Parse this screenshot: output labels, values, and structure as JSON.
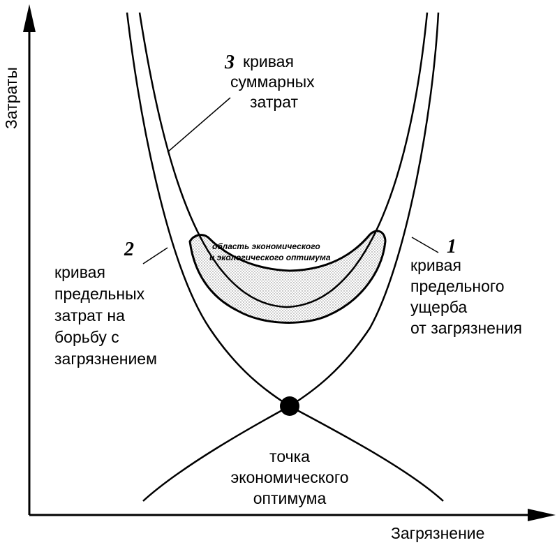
{
  "axes": {
    "y_label": "Затраты",
    "x_label": "Загрязнение"
  },
  "curves": {
    "total": {
      "number": "3",
      "lines": [
        "кривая",
        "суммарных",
        "затрат"
      ]
    },
    "abatement": {
      "number": "2",
      "lines": [
        "кривая",
        "предельных",
        "затрат на",
        "борьбу с",
        "загрязнением"
      ]
    },
    "damage": {
      "number": "1",
      "lines": [
        "кривая",
        "предельного",
        "ущерба",
        "от загрязнения"
      ]
    }
  },
  "optimum_zone": {
    "lines": [
      "область экономического",
      "и экологического оптимума"
    ]
  },
  "optimum_point": {
    "lines": [
      "точка",
      "экономического",
      "оптимума"
    ]
  },
  "colors": {
    "ink": "#000000",
    "zone_fill": "#e6e6e6"
  }
}
